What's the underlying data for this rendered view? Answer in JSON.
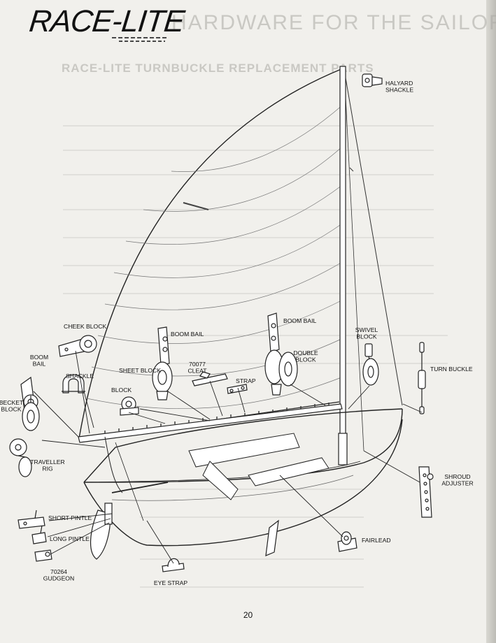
{
  "header": {
    "logo": "RACE-LITE",
    "faint_title": "HARDWARE FOR THE SAILOR",
    "faint_subtitle": "RACE-LITE TURNBUCKLE REPLACEMENT PARTS"
  },
  "labels": {
    "halyard_shackle": [
      "HALYARD",
      "SHACKLE"
    ],
    "cheek_block": [
      "CHEEK BLOCK"
    ],
    "boom_bail_left": [
      "BOOM",
      "BAIL"
    ],
    "shackle": [
      "SHACKLE"
    ],
    "becket_block": [
      "BECKET",
      "BLOCK"
    ],
    "traveller_rig": [
      "TRAVELLER",
      "RIG"
    ],
    "boom_bail_mid": [
      "BOOM BAIL"
    ],
    "sheet_block": [
      "SHEET BLOCK"
    ],
    "cleat": [
      "70077",
      "CLEAT"
    ],
    "strap": [
      "STRAP"
    ],
    "block": [
      "BLOCK"
    ],
    "boom_bail_right": [
      "BOOM BAIL"
    ],
    "swivel_block": [
      "SWIVEL",
      "BLOCK"
    ],
    "double_block": [
      "DOUBLE",
      "BLOCK"
    ],
    "turn_buckle": [
      "TURN BUCKLE"
    ],
    "shroud_adjuster": [
      "SHROUD",
      "ADJUSTER"
    ],
    "short_pintle": [
      "SHORT PINTLE"
    ],
    "long_pintle": [
      "LONG PINTLE"
    ],
    "gudgeon": [
      "70264",
      "GUDGEON"
    ],
    "eye_strap": [
      "EYE STRAP"
    ],
    "fairlead": [
      "FAIRLEAD"
    ]
  },
  "footer": {
    "page_number": "20"
  }
}
